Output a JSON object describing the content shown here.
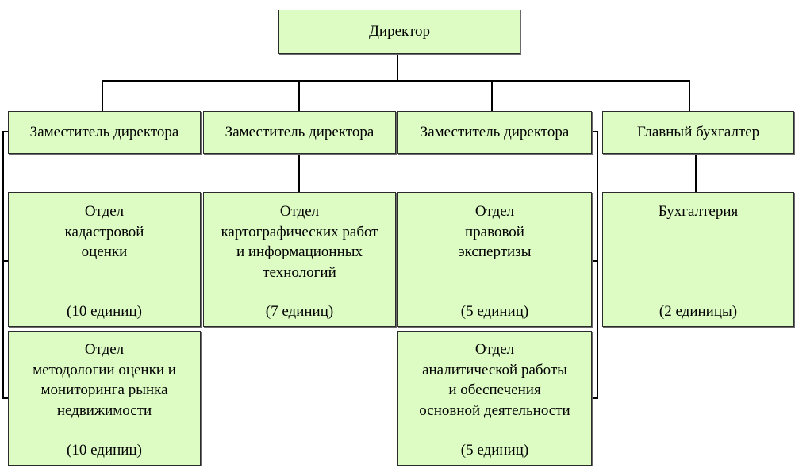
{
  "director": "Директор",
  "deputies": [
    {
      "title": "Заместитель директора"
    },
    {
      "title": "Заместитель директора"
    },
    {
      "title": "Заместитель директора"
    },
    {
      "title": "Главный бухгалтер"
    }
  ],
  "departments": [
    {
      "lines": [
        "Отдел",
        "кадастровой",
        "оценки"
      ],
      "units": "(10 единиц)"
    },
    {
      "lines": [
        "Отдел",
        "методологии оценки и",
        "мониторинга рынка",
        "недвижимости"
      ],
      "units": "(10 единиц)"
    },
    {
      "lines": [
        "Отдел",
        "картографических работ",
        "и информационных",
        "технологий"
      ],
      "units": "(7 единиц)"
    },
    {
      "lines": [
        "Отдел",
        "правовой",
        "экспертизы"
      ],
      "units": "(5 единиц)"
    },
    {
      "lines": [
        "Отдел",
        "аналитической работы",
        "и обеспечения",
        "основной деятельности"
      ],
      "units": "(5 единиц)"
    },
    {
      "lines": [
        "Бухгалтерия"
      ],
      "units": "(2 единицы)"
    }
  ],
  "colors": {
    "box_fill": "#ddfcc4",
    "border": "#2b2b2b",
    "connector": "#000000"
  }
}
